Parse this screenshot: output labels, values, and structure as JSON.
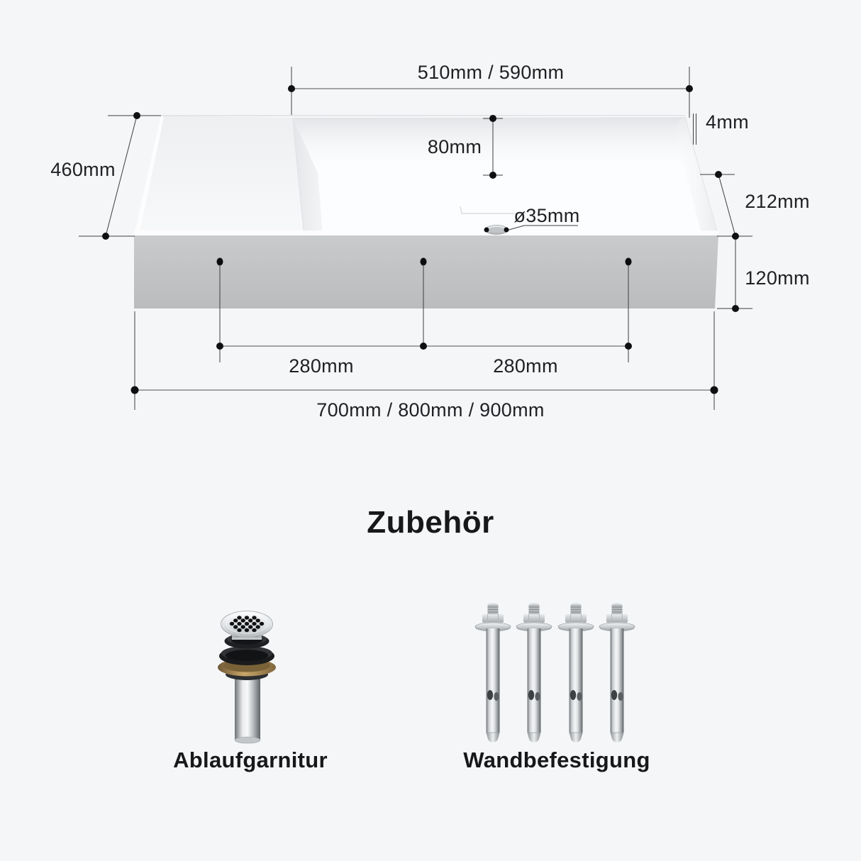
{
  "background": "#f5f6f8",
  "sink_diagram": {
    "dim_top_width": "510mm / 590mm",
    "dim_basin_depth": "80mm",
    "dim_rim_thickness": "4mm",
    "dim_overall_depth": "460mm",
    "dim_basin_height": "212mm",
    "dim_apron_height": "120mm",
    "dim_drain_diameter": "ø35mm",
    "dim_hole_spacing_left": "280mm",
    "dim_hole_spacing_right": "280mm",
    "dim_overall_width": "700mm / 800mm / 900mm"
  },
  "accessories": {
    "heading": "Zubehör",
    "items": [
      {
        "label": "Ablaufgarnitur",
        "icon": "drain-assembly-icon"
      },
      {
        "label": "Wandbefestigung",
        "icon": "wall-anchor-bolts-icon"
      }
    ]
  },
  "colors": {
    "dimension_text": "#202124",
    "dimension_line": "#3c3e40",
    "dimension_long_line": "#85878a",
    "sink_front_face": "#c3c4c6",
    "chrome_light": "#f4f6f7",
    "chrome_dark": "#6f7377",
    "rubber_black": "#1a1b1d",
    "brass": "#caa76a"
  }
}
